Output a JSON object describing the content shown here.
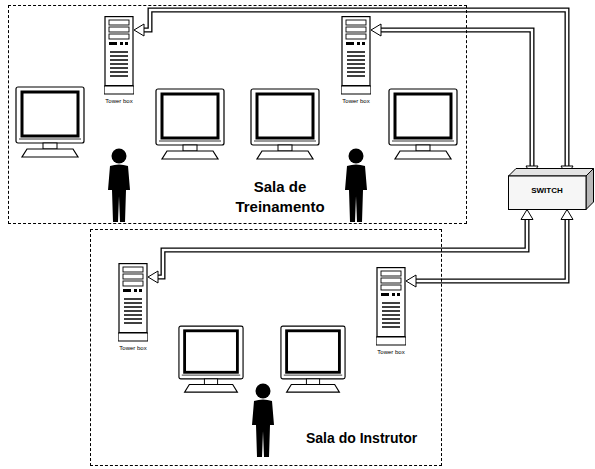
{
  "diagram": {
    "nodes": [
      {
        "text": [
          "Sala de Treinamento"
        ]
      },
      {
        "text": [
          "Tower box"
        ],
        "in": 0
      },
      {
        "text": [
          "Tower box"
        ],
        "in": 0
      },
      {
        "text": [
          "SWITCH"
        ]
      },
      {
        "text": [
          "Sala do Instrutor"
        ]
      },
      {
        "text": [
          "Tower box"
        ],
        "in": 4
      },
      {
        "text": [
          "Tower box"
        ],
        "in": 4
      }
    ],
    "edges": [
      {
        "from": 3,
        "to": 1,
        "arrow": "both"
      },
      {
        "from": 3,
        "to": 2,
        "arrow": "both"
      },
      {
        "from": 3,
        "to": 5,
        "arrow": "both"
      },
      {
        "from": 3,
        "to": 6,
        "arrow": "both"
      }
    ]
  }
}
